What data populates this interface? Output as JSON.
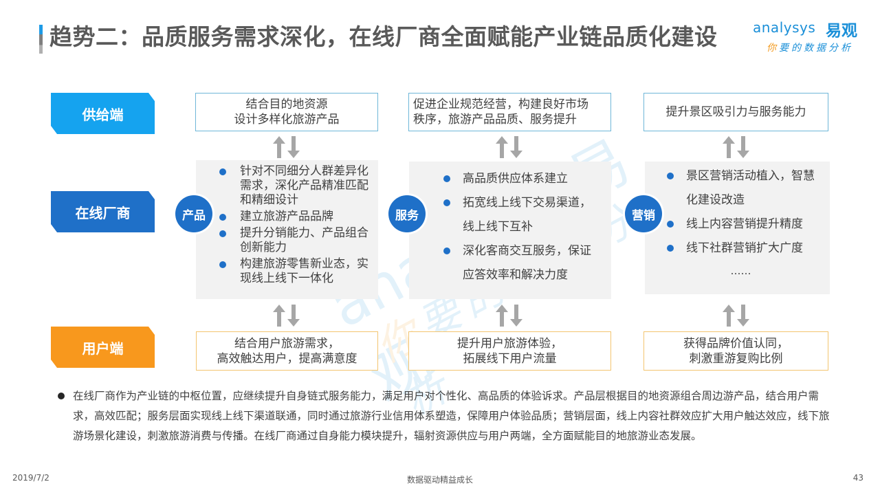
{
  "header": {
    "title": "趋势二：品质服务需求深化，在线厂商全面赋能产业链品质化建设"
  },
  "logo": {
    "en": "analysys",
    "cn": "易观",
    "slogan_accent": "你",
    "slogan_rest": "要的数据分析"
  },
  "watermark": {
    "en": "analysys 易观",
    "cn_accent": "你",
    "cn_rest": "要的数据分析"
  },
  "rows": {
    "supply": {
      "label": "供给端",
      "color": "#15a3ef"
    },
    "vendor": {
      "label": "在线厂商",
      "color": "#1f70c8"
    },
    "user": {
      "label": "用户端",
      "color": "#f8981d"
    }
  },
  "columns": [
    {
      "supply_lines": [
        "结合目的地资源",
        "设计多样化旅游产品"
      ],
      "circle": "产品",
      "bullets": [
        "针对不同细分人群差异化需求，深化产品精准匹配和精细设计",
        "建立旅游产品品牌",
        "提升分销能力、产品组合创新能力",
        "构建旅游零售新业态，实现线上线下一体化"
      ],
      "user_lines": [
        "结合用户旅游需求，",
        "高效触达用户，提高满意度"
      ]
    },
    {
      "supply_lines": [
        "促进企业规范经营，构建良好市场",
        "秩序，旅游产品品质、服务提升"
      ],
      "circle": "服务",
      "bullets": [
        "高品质供应体系建立",
        "拓宽线上线下交易渠道，线上线下互补",
        "深化客商交互服务，保证应答效率和解决力度"
      ],
      "user_lines": [
        "提升用户旅游体验，",
        "拓展线下用户流量"
      ]
    },
    {
      "supply_lines": [
        "提升景区吸引力与服务能力"
      ],
      "circle": "营销",
      "bullets": [
        "景区营销活动植入，智慧化建设改造",
        "线上内容营销提升精度",
        "线下社群营销扩大广度"
      ],
      "ellipsis": "……",
      "user_lines": [
        "获得品牌价值认同，",
        "刺激重游复购比例"
      ]
    }
  ],
  "summary": "在线厂商作为产业链的中枢位置，应继续提升自身链式服务能力，满足用户对个性化、高品质的体验诉求。产品层根据目的地资源组合周边游产品，结合用户需求，高效匹配；服务层面实现线上线下渠道联通，同时通过旅游行业信用体系塑造，保障用户体验品质；营销层面，线上内容社群效应扩大用户触达效应，线下旅游场景化建设，刺激旅游消费与传播。在线厂商通过自身能力模块提升，辐射资源供应与用户两端，全方面赋能目的地旅游业态发展。",
  "footer": {
    "date": "2019/7/2",
    "center": "数据驱动精益成长",
    "page": "43"
  },
  "colors": {
    "accent_blue": "#1f70c8",
    "light_blue": "#15a3ef",
    "orange": "#f8981d",
    "panel_gray": "#f2f2f2",
    "arrow_gray": "#a6a6a6"
  }
}
